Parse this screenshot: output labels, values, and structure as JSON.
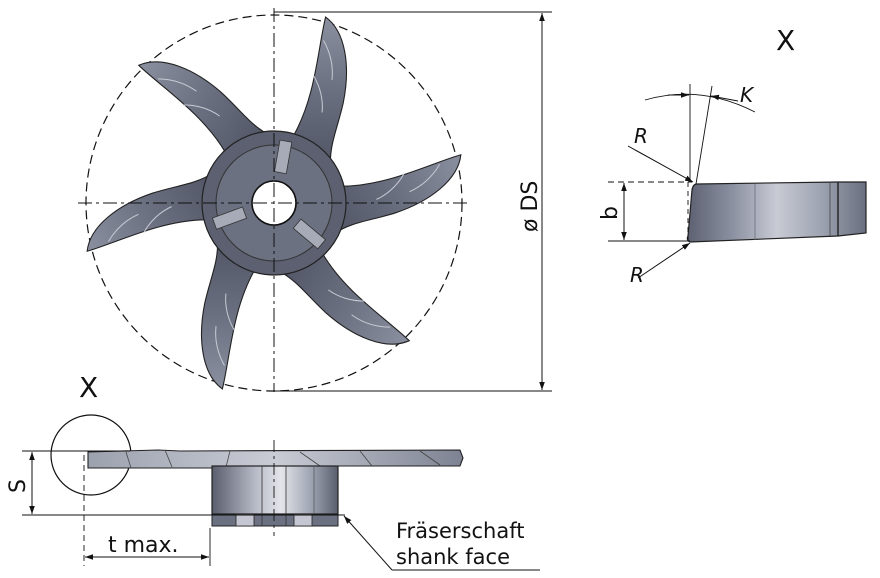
{
  "views": {
    "front": {
      "diameter_label": "ø DS"
    },
    "detail": {
      "title": "X",
      "angle_label": "K",
      "radius_top_label": "R",
      "radius_bottom_label": "R",
      "width_label": "b"
    },
    "side": {
      "detail_marker": "X",
      "thickness_label": "S",
      "depth_label": "t max."
    }
  },
  "callout": {
    "line1": "Fräserschaft",
    "line2": "shank face"
  },
  "colors": {
    "metal_dark": "#5c6070",
    "metal_mid": "#8a8fa0",
    "metal_light": "#c4c7d1",
    "line": "#111111"
  }
}
